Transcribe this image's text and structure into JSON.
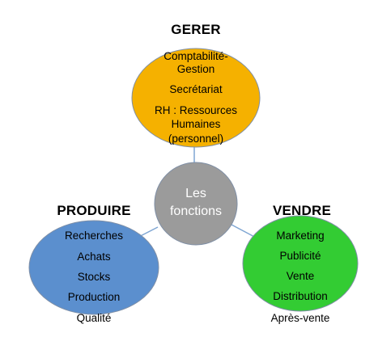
{
  "colors": {
    "gerer": "#F5B100",
    "produire": "#5B8FCE",
    "vendre": "#33CC33",
    "center": "#9B9B9B",
    "connector": "#7FA6D3",
    "outline": "#7F8FA6"
  },
  "center": {
    "lines": [
      "Les",
      "fonctions"
    ]
  },
  "gerer": {
    "title": "GERER",
    "lines": [
      "Comptabilité-",
      "Gestion",
      "Secrétariat",
      "RH : Ressources",
      "Humaines",
      "(personnel)"
    ]
  },
  "produire": {
    "title": "PRODUIRE",
    "lines": [
      "Recherches",
      "Achats",
      "Stocks",
      "Production",
      "Qualité"
    ]
  },
  "vendre": {
    "title": "VENDRE",
    "lines": [
      "Marketing",
      "Publicité",
      "Vente",
      "Distribution",
      "Après-vente"
    ]
  }
}
